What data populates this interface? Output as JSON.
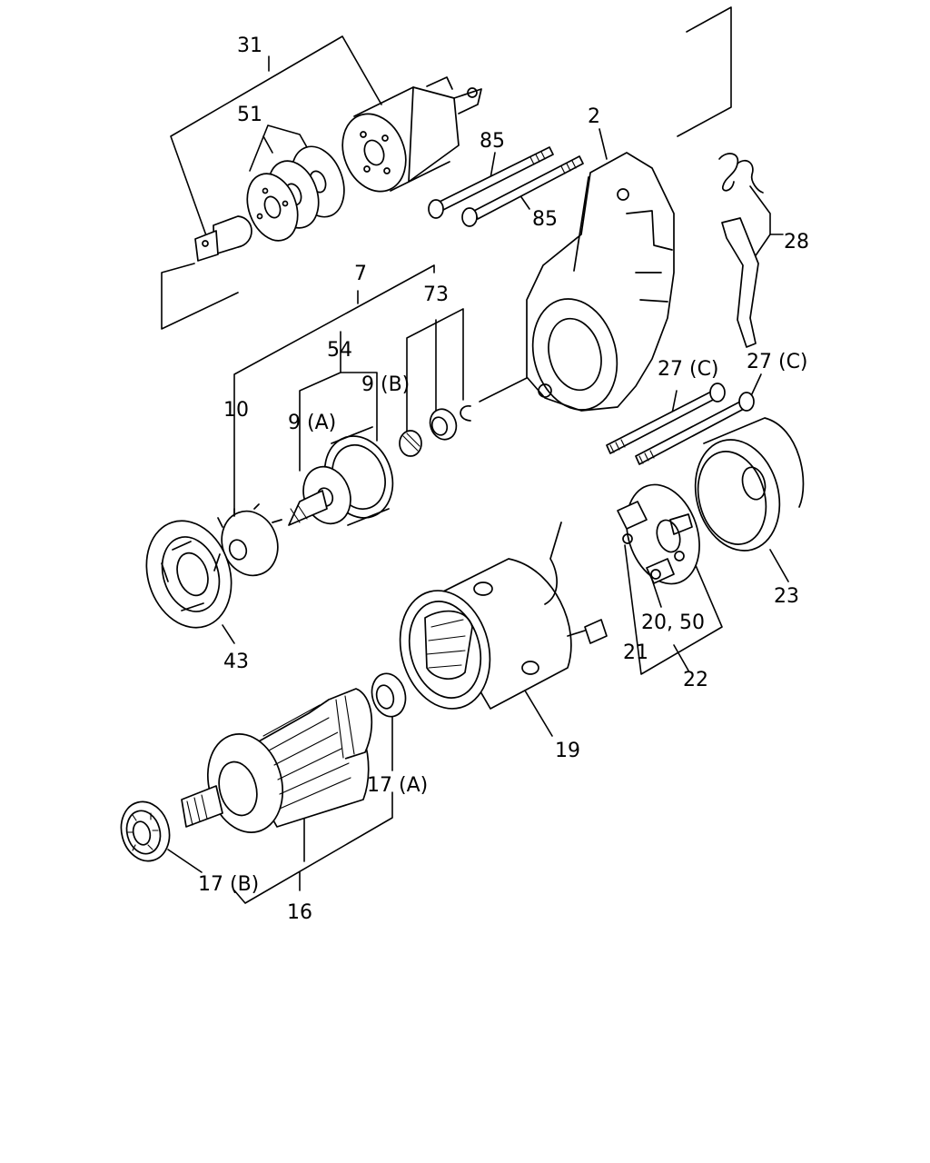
{
  "labels": {
    "l31": "31",
    "l51": "51",
    "l85a": "85",
    "l85b": "85",
    "l2": "2",
    "l28": "28",
    "l7": "7",
    "l73": "73",
    "l54": "54",
    "l9b": "9 (B)",
    "l10": "10",
    "l9a": "9 (A)",
    "l27a": "27 (C)",
    "l27b": "27 (C)",
    "l23": "23",
    "l43": "43",
    "l2050": "20, 50",
    "l21": "21",
    "l22": "22",
    "l19": "19",
    "l17a": "17 (A)",
    "l17b": "17 (B)",
    "l16": "16"
  }
}
